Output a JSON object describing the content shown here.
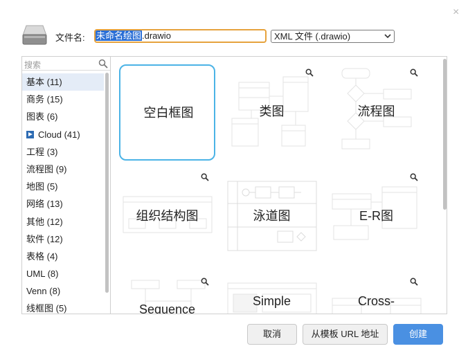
{
  "dialog": {
    "close_glyph": "×",
    "filename_label": "文件名:",
    "filename_selected": "未命名绘图",
    "filename_ext": ".drawio",
    "format_value": "XML 文件 (.drawio)"
  },
  "sidebar": {
    "search_placeholder": "搜索",
    "categories": [
      {
        "label": "基本 (11)"
      },
      {
        "label": "商务 (15)"
      },
      {
        "label": "图表 (6)"
      },
      {
        "label": "Cloud (41)"
      },
      {
        "label": "工程 (3)"
      },
      {
        "label": "流程图 (9)"
      },
      {
        "label": "地图 (5)"
      },
      {
        "label": "网络 (13)"
      },
      {
        "label": "其他 (12)"
      },
      {
        "label": "软件 (12)"
      },
      {
        "label": "表格 (4)"
      },
      {
        "label": "UML (8)"
      },
      {
        "label": "Venn (8)"
      },
      {
        "label": "线框图 (5)"
      }
    ]
  },
  "templates": [
    {
      "label": "空白框图"
    },
    {
      "label": "类图"
    },
    {
      "label": "流程图"
    },
    {
      "label": "组织结构图"
    },
    {
      "label": "泳道图"
    },
    {
      "label": "E-R图"
    },
    {
      "label": "Sequence"
    },
    {
      "label": "Simple"
    },
    {
      "label": "Cross-"
    }
  ],
  "footer": {
    "cancel_label": "取消",
    "from_url_label": "从模板 URL 地址",
    "create_label": "创建"
  },
  "colors": {
    "accent": "#4a90e2",
    "selection": "#2b6fd6",
    "input_focus_border": "#e6a23c",
    "blank_tile_border": "#4bb3e6"
  },
  "icons": [
    "disk-icon",
    "close-icon",
    "search-icon",
    "cloud-icon",
    "zoom-icon",
    "chevron-down-icon"
  ]
}
